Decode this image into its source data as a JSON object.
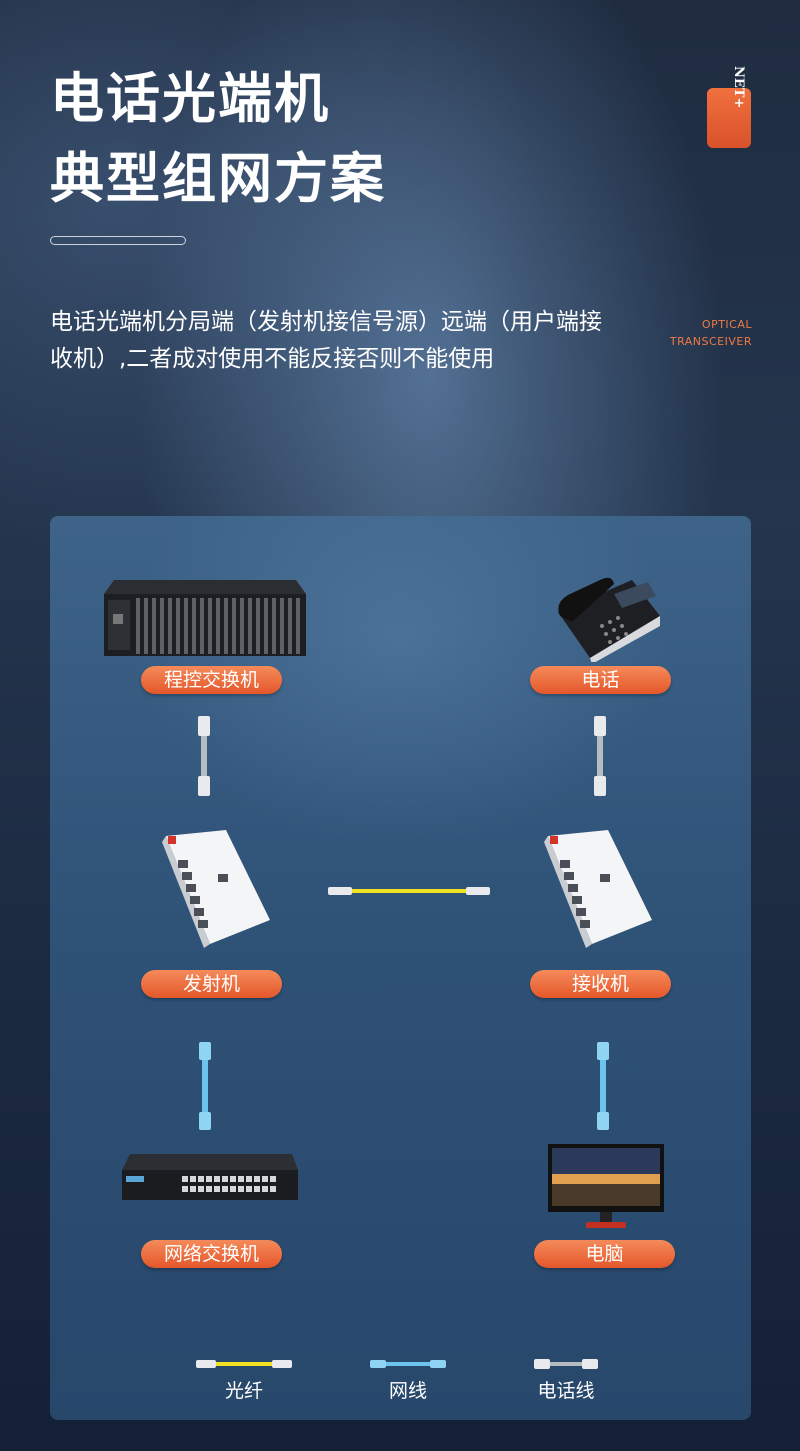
{
  "header": {
    "title_line1": "电话光端机",
    "title_line2": "典型组网方案",
    "description": "电话光端机分局端（发射机接信号源）远端（用户端接收机）,二者成对使用不能反接否则不能使用",
    "brand_logo": "NET+",
    "side_label_line1": "OPTICAL",
    "side_label_line2": "TRANSCEIVER"
  },
  "diagram": {
    "nodes": {
      "pbx": "程控交换机",
      "phone": "电话",
      "transmitter": "发射机",
      "receiver": "接收机",
      "switch": "网络交换机",
      "computer": "电脑"
    },
    "legend": {
      "fiber": "光纤",
      "network_cable": "网线",
      "phone_cable": "电话线"
    }
  },
  "colors": {
    "accent_orange": "#e4572a",
    "fiber_yellow": "#f2e022",
    "network_blue": "#6cc3ee",
    "phone_gray": "#c9ced4"
  }
}
